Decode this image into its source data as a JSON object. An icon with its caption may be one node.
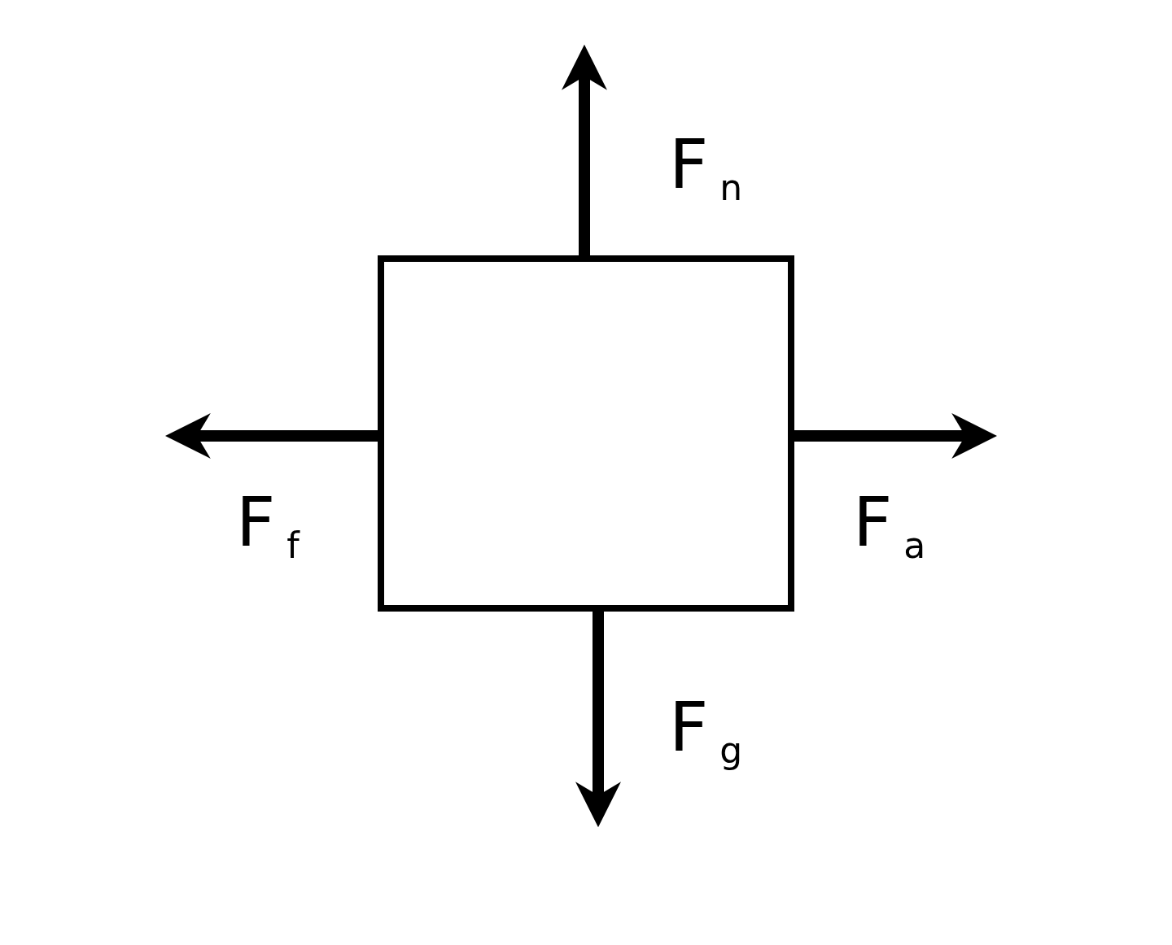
{
  "diagram": {
    "nodes": [
      {
        "text": [],
        "shape": "box"
      }
    ],
    "labels": [
      "F$_{n}$",
      "F$_{f}$",
      "F$_{a}$",
      "F$_{g}$"
    ]
  }
}
